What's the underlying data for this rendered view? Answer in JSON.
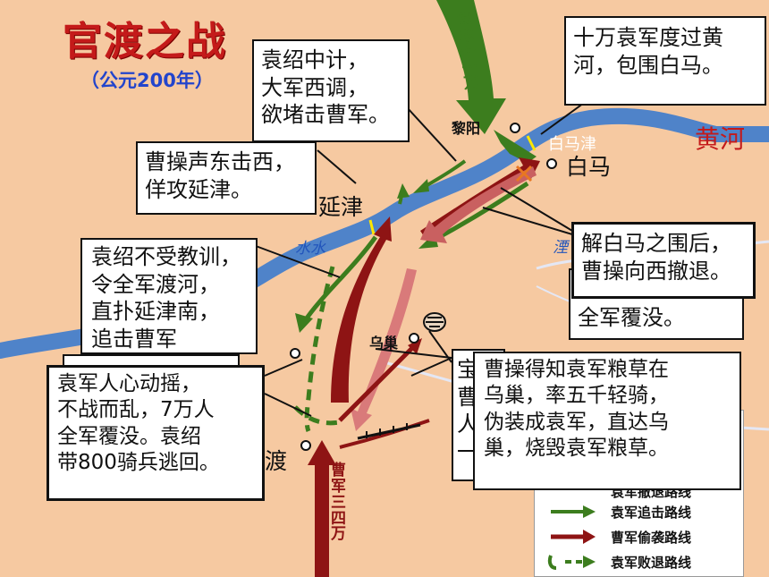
{
  "map": {
    "title": "官渡之战",
    "subtitle": "（公元200年）"
  },
  "places": {
    "liyang": "黎阳",
    "baimajin": "白马津",
    "baima": "白马",
    "huanghe": "黄河",
    "yanjin": "延津",
    "shuishui": "水水",
    "wuchao": "乌巢",
    "du": "渡",
    "yan_partial": "湮"
  },
  "army_labels": {
    "yuan": "袁军十一万",
    "cao": "曹军三四万"
  },
  "callouts": {
    "yuanshao_plan": [
      "袁绍中计，",
      "大军西调，",
      "欲堵击曹军。"
    ],
    "yuan_cross": [
      "十万袁军度过黄",
      "河，包围白马。"
    ],
    "cao_feint": [
      "曹操声东击西，",
      "佯攻延津。"
    ],
    "cao_withdraw": [
      "解白马之围后，",
      "曹操向西撤退。"
    ],
    "behind_withdraw": "全军覆没。",
    "yuanshao_pursue": [
      "袁绍不受教训，",
      "令全军渡河，",
      "直扑延津南，",
      "追击曹军"
    ],
    "yuan_collapse": [
      "袁军人心动摇，",
      "不战而乱，7万人",
      "全军覆没。袁绍",
      "带800骑兵逃回。"
    ],
    "cao_raid": [
      "曹操得知袁军粮草在",
      "乌巢，率五千轻骑，",
      "伪装成袁军，直达乌",
      "巢，烧毁袁军粮草。"
    ],
    "behind_raid_chars": [
      "宝",
      "曹",
      "人",
      "一"
    ]
  },
  "legend": {
    "partial_top": "袁军撤退路线",
    "items": [
      {
        "label": "袁军追击路线",
        "color": "#3c7d1e"
      },
      {
        "label": "曹军偷袭路线",
        "color": "#8e1414"
      },
      {
        "label": "袁军败退路线",
        "color": "#3c7d1e"
      }
    ]
  },
  "colors": {
    "background": "#f6c9a1",
    "river": "#4f83c9",
    "title": "#c41a1a",
    "yuan_army": "#3c7d1e",
    "cao_army": "#8e1414",
    "cao_retreat": "#d97a7a"
  }
}
